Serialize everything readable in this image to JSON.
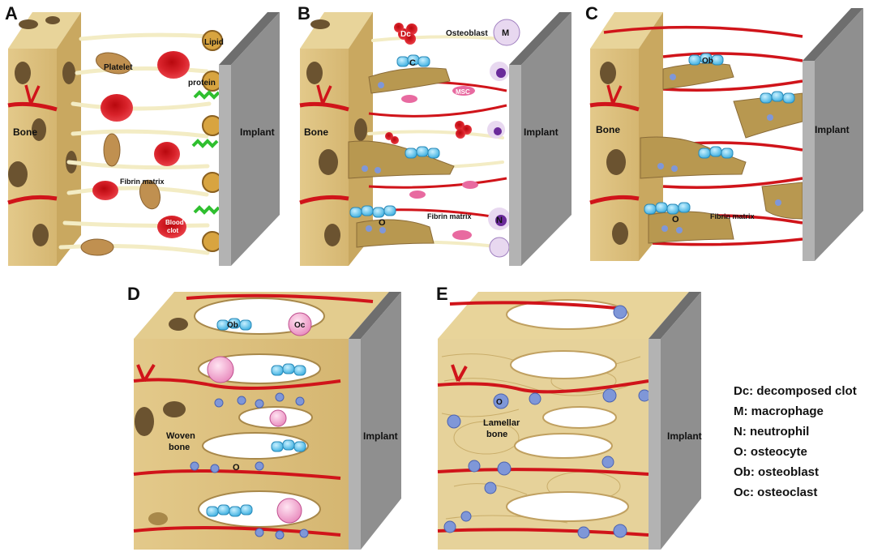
{
  "panels": {
    "A": {
      "letter": "A",
      "bone": "Bone",
      "implant": "Implant",
      "platelet": "Platelet",
      "lipid": "Lipid",
      "protein": "protein",
      "fibrin": "Fibrin matrix",
      "clot1": "Blood",
      "clot2": "clot"
    },
    "B": {
      "letter": "B",
      "bone": "Bone",
      "implant": "Implant",
      "dc": "Dc",
      "osteoblast": "Osteoblast",
      "m": "M",
      "c": "C",
      "msc": "MSC",
      "fibrin": "Fibrin matrix",
      "o": "O",
      "n": "N"
    },
    "C": {
      "letter": "C",
      "bone": "Bone",
      "implant": "Implant",
      "ob": "Ob",
      "o": "O",
      "fibrin": "Fibrin matrix"
    },
    "D": {
      "letter": "D",
      "implant": "Implant",
      "ob": "Ob",
      "oc": "Oc",
      "woven1": "Woven",
      "woven2": "bone",
      "o": "O"
    },
    "E": {
      "letter": "E",
      "implant": "Implant",
      "o": "O",
      "lamellar1": "Lamellar",
      "lamellar2": "bone"
    }
  },
  "legend": [
    "Dc: decomposed clot",
    "M: macrophage",
    "N: neutrophil",
    "O: osteocyte",
    "Ob: osteoblast",
    "Oc: osteoclast"
  ],
  "colors": {
    "bone": "#dcc07a",
    "bone_light": "#e8d49a",
    "bone_dark": "#6b5330",
    "vessel": "#d0141a",
    "fibrin": "#f3ecc4",
    "implant_front": "#8f8f8f",
    "implant_side": "#b3b3b3",
    "implant_top": "#6e6e6e",
    "osteoblast": "#5ec4ea",
    "osteocyte": "#7f97d8",
    "osteoclast": "#f0a8cc",
    "macrophage": "#cfa8e0",
    "platelet": "#c09050",
    "rbc": "#d01820",
    "protein": "#2fbf2f"
  }
}
